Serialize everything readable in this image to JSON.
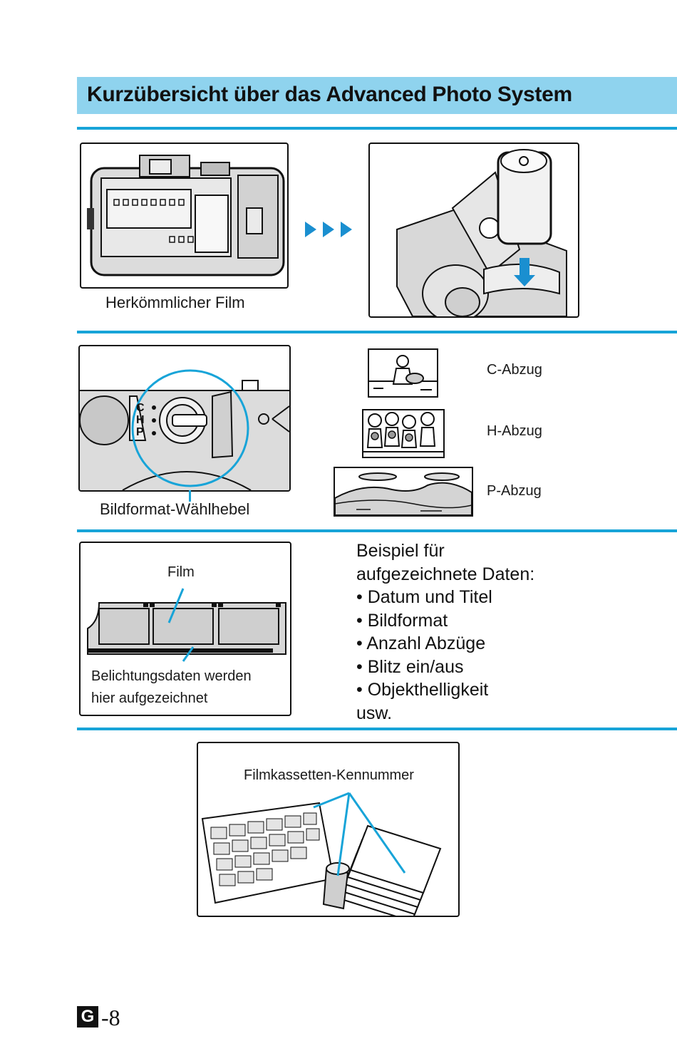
{
  "header": {
    "title": "Kurzübersicht über das Advanced Photo System"
  },
  "section1": {
    "film_caption": "Herkömmlicher Film"
  },
  "section2": {
    "lever_caption": "Bildformat-Wählhebel",
    "dial_letters": [
      "C",
      "H",
      "P"
    ],
    "prints": [
      {
        "label": "C-Abzug"
      },
      {
        "label": "H-Abzug"
      },
      {
        "label": "P-Abzug"
      }
    ]
  },
  "section3": {
    "film_label": "Film",
    "exposure_label_line1": "Belichtungsdaten werden",
    "exposure_label_line2": "hier aufgezeichnet",
    "data_heading_line1": "Beispiel für",
    "data_heading_line2": "aufgezeichnete Daten:",
    "data_items": [
      "• Datum und Titel",
      "• Bildformat",
      "• Anzahl Abzüge",
      "• Blitz ein/aus",
      "• Objekthelligkeit"
    ],
    "data_tail": "usw."
  },
  "section4": {
    "cartridge_id_label": "Filmkassetten-Kennummer"
  },
  "footer": {
    "section_letter": "G",
    "page_number": "-8"
  },
  "colors": {
    "accent": "#18a4d8",
    "title_bg": "#8fd3ee",
    "arrow_blue": "#1a8fd0"
  }
}
